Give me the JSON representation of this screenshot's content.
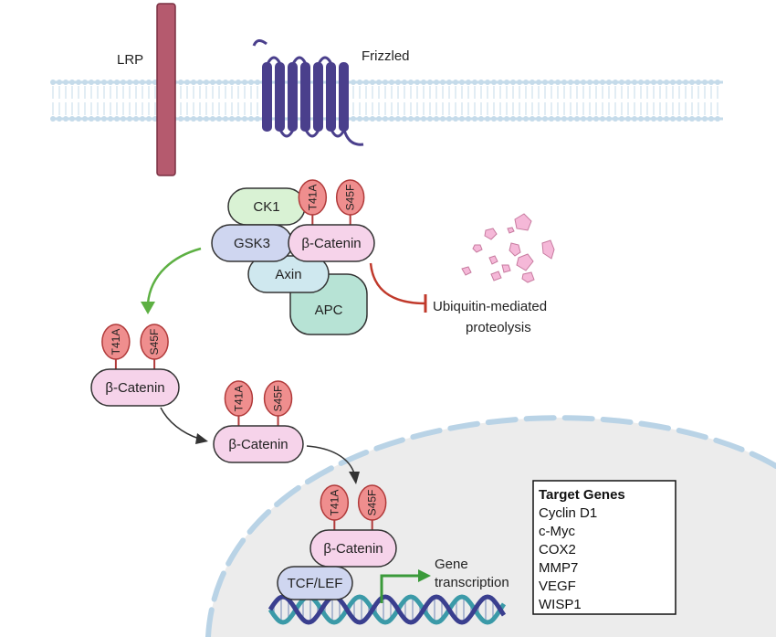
{
  "labels": {
    "lrp": "LRP",
    "frizzled": "Frizzled",
    "ck1": "CK1",
    "gsk3": "GSK3",
    "axin": "Axin",
    "apc": "APC",
    "beta_catenin": "β-Catenin",
    "t41a": "T41A",
    "s45f": "S45F",
    "proteolysis_line1": "Ubiquitin-mediated",
    "proteolysis_line2": "proteolysis",
    "tcf_lef": "TCF/LEF",
    "gene_line1": "Gene",
    "gene_line2": "transcription"
  },
  "target_genes": {
    "title": "Target Genes",
    "items": [
      "Cyclin D1",
      "c-Myc",
      "COX2",
      "MMP7",
      "VEGF",
      "WISP1"
    ]
  },
  "colors": {
    "membrane": "#c5dbea",
    "lrp": "#b55a6e",
    "frizzled": "#4a3f8c",
    "ck1": "#d9f2d4",
    "gsk3": "#cfd6f0",
    "axin": "#cfe8ef",
    "apc": "#b7e3d5",
    "beta_catenin": "#f6d3ea",
    "mutation": "#ef8e8e",
    "fragments": "#f5b8d8",
    "nucleus": "#ececec",
    "inhibit": "#c0392b",
    "activate": "#5db043",
    "dna1": "#3b9aa8",
    "dna2": "#3a3f8f"
  }
}
